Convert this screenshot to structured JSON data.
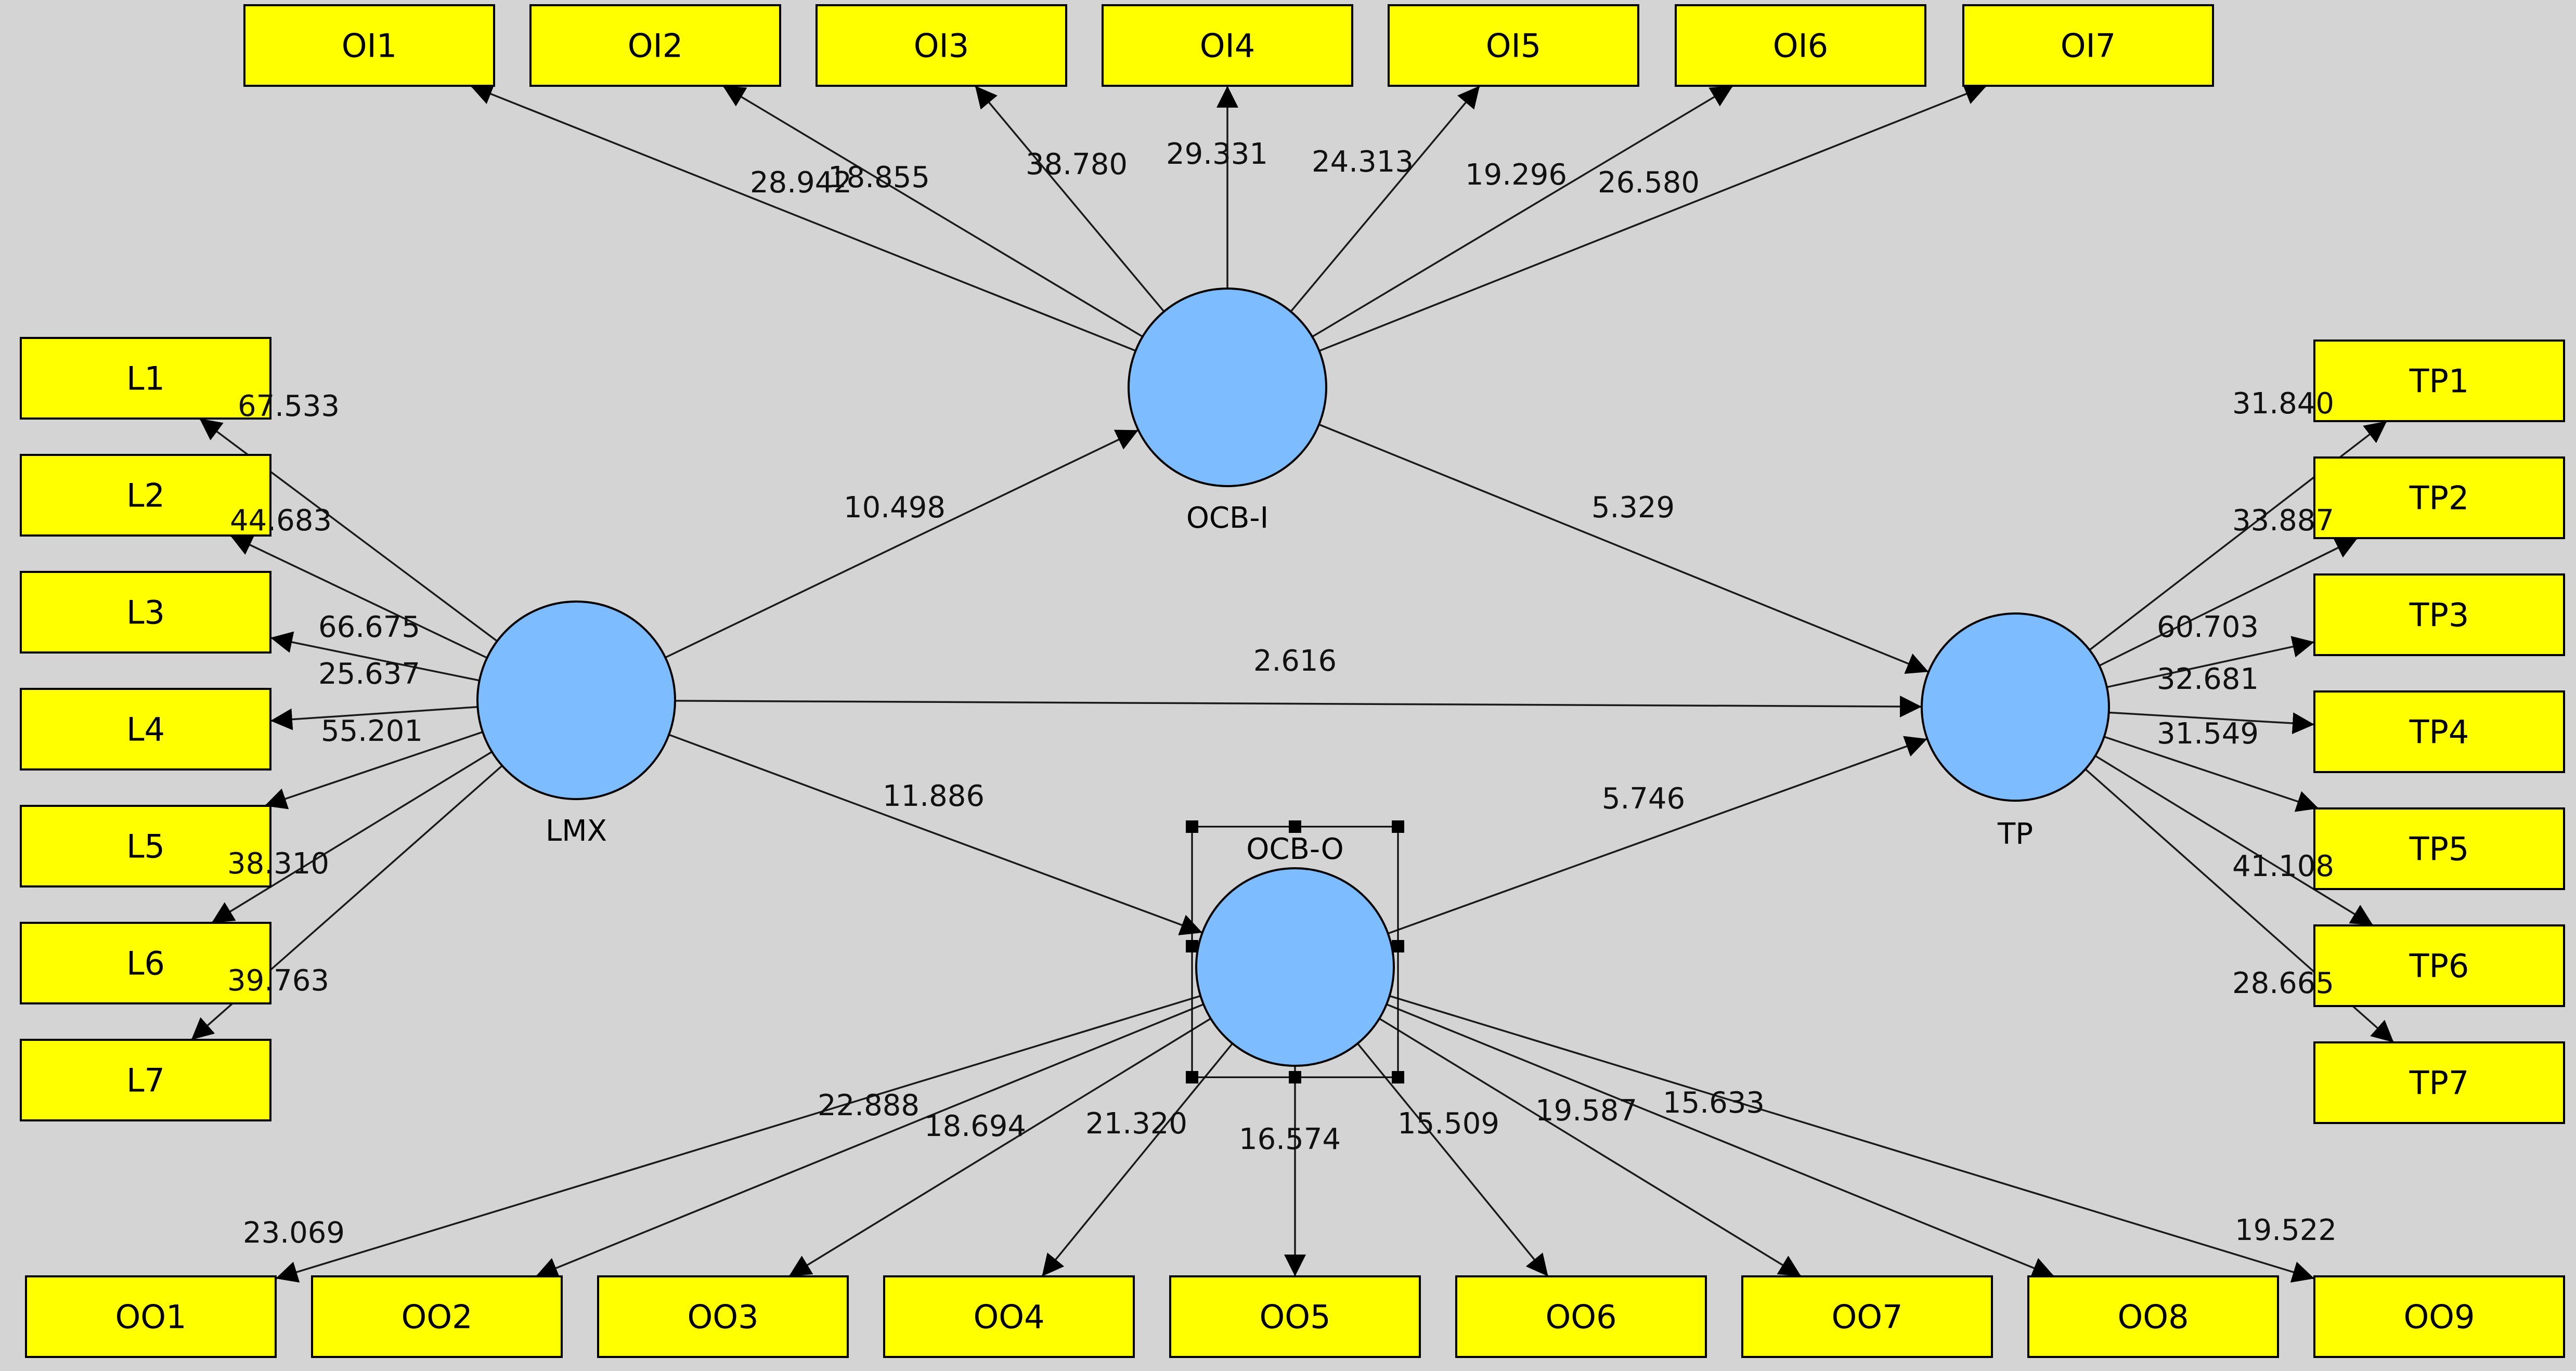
{
  "latents": [
    {
      "id": "OCB-I",
      "label": "OCB-I"
    },
    {
      "id": "LMX",
      "label": "LMX"
    },
    {
      "id": "TP",
      "label": "TP"
    },
    {
      "id": "OCB-O",
      "label": "OCB-O"
    }
  ],
  "indicators": [
    {
      "id": "OI1",
      "label": "OI1"
    },
    {
      "id": "OI2",
      "label": "OI2"
    },
    {
      "id": "OI3",
      "label": "OI3"
    },
    {
      "id": "OI4",
      "label": "OI4"
    },
    {
      "id": "OI5",
      "label": "OI5"
    },
    {
      "id": "OI6",
      "label": "OI6"
    },
    {
      "id": "OI7",
      "label": "OI7"
    },
    {
      "id": "L1",
      "label": "L1"
    },
    {
      "id": "L2",
      "label": "L2"
    },
    {
      "id": "L3",
      "label": "L3"
    },
    {
      "id": "L4",
      "label": "L4"
    },
    {
      "id": "L5",
      "label": "L5"
    },
    {
      "id": "L6",
      "label": "L6"
    },
    {
      "id": "L7",
      "label": "L7"
    },
    {
      "id": "TP1",
      "label": "TP1"
    },
    {
      "id": "TP2",
      "label": "TP2"
    },
    {
      "id": "TP3",
      "label": "TP3"
    },
    {
      "id": "TP4",
      "label": "TP4"
    },
    {
      "id": "TP5",
      "label": "TP5"
    },
    {
      "id": "TP6",
      "label": "TP6"
    },
    {
      "id": "TP7",
      "label": "TP7"
    },
    {
      "id": "OO1",
      "label": "OO1"
    },
    {
      "id": "OO2",
      "label": "OO2"
    },
    {
      "id": "OO3",
      "label": "OO3"
    },
    {
      "id": "OO4",
      "label": "OO4"
    },
    {
      "id": "OO5",
      "label": "OO5"
    },
    {
      "id": "OO6",
      "label": "OO6"
    },
    {
      "id": "OO7",
      "label": "OO7"
    },
    {
      "id": "OO8",
      "label": "OO8"
    },
    {
      "id": "OO9",
      "label": "OO9"
    }
  ],
  "paths": [
    {
      "from": "LMX",
      "to": "OCB-I",
      "value": "10.498"
    },
    {
      "from": "OCB-I",
      "to": "TP",
      "value": "5.329"
    },
    {
      "from": "LMX",
      "to": "TP",
      "value": "2.616"
    },
    {
      "from": "LMX",
      "to": "OCB-O",
      "value": "11.886"
    },
    {
      "from": "OCB-O",
      "to": "TP",
      "value": "5.746"
    }
  ],
  "loadings": [
    {
      "from": "OCB-I",
      "to": "OI1",
      "value": "28.942"
    },
    {
      "from": "OCB-I",
      "to": "OI2",
      "value": "18.855"
    },
    {
      "from": "OCB-I",
      "to": "OI3",
      "value": "38.780"
    },
    {
      "from": "OCB-I",
      "to": "OI4",
      "value": "29.331"
    },
    {
      "from": "OCB-I",
      "to": "OI5",
      "value": "24.313"
    },
    {
      "from": "OCB-I",
      "to": "OI6",
      "value": "19.296"
    },
    {
      "from": "OCB-I",
      "to": "OI7",
      "value": "26.580"
    },
    {
      "from": "LMX",
      "to": "L1",
      "value": "67.533"
    },
    {
      "from": "LMX",
      "to": "L2",
      "value": "44.683"
    },
    {
      "from": "LMX",
      "to": "L3",
      "value": "66.675"
    },
    {
      "from": "LMX",
      "to": "L4",
      "value": "25.637"
    },
    {
      "from": "LMX",
      "to": "L5",
      "value": "55.201"
    },
    {
      "from": "LMX",
      "to": "L6",
      "value": "38.310"
    },
    {
      "from": "LMX",
      "to": "L7",
      "value": "39.763"
    },
    {
      "from": "TP",
      "to": "TP1",
      "value": "31.840"
    },
    {
      "from": "TP",
      "to": "TP2",
      "value": "33.887"
    },
    {
      "from": "TP",
      "to": "TP3",
      "value": "60.703"
    },
    {
      "from": "TP",
      "to": "TP4",
      "value": "32.681"
    },
    {
      "from": "TP",
      "to": "TP5",
      "value": "31.549"
    },
    {
      "from": "TP",
      "to": "TP6",
      "value": "41.108"
    },
    {
      "from": "TP",
      "to": "TP7",
      "value": "28.665"
    },
    {
      "from": "OCB-O",
      "to": "OO1",
      "value": "23.069"
    },
    {
      "from": "OCB-O",
      "to": "OO2",
      "value": "22.888"
    },
    {
      "from": "OCB-O",
      "to": "OO3",
      "value": "18.694"
    },
    {
      "from": "OCB-O",
      "to": "OO4",
      "value": "21.320"
    },
    {
      "from": "OCB-O",
      "to": "OO5",
      "value": "16.574"
    },
    {
      "from": "OCB-O",
      "to": "OO6",
      "value": "15.509"
    },
    {
      "from": "OCB-O",
      "to": "OO7",
      "value": "19.587"
    },
    {
      "from": "OCB-O",
      "to": "OO8",
      "value": "15.633"
    },
    {
      "from": "OCB-O",
      "to": "OO9",
      "value": "19.522"
    }
  ],
  "selected": "OCB-O",
  "colors": {
    "latent_fill": "#7cbcff",
    "indicator_fill": "#ffff00",
    "background": "#d4d4d4"
  }
}
